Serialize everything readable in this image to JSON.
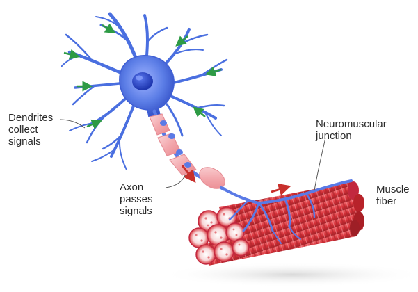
{
  "labels": {
    "dendrites": [
      "Dendrites",
      "collect",
      "signals"
    ],
    "axon": [
      "Axon",
      "passes",
      "signals"
    ],
    "nmj": [
      "Neuromuscular",
      "junction"
    ],
    "muscle": [
      "Muscle",
      "fiber"
    ]
  },
  "colors": {
    "neuron": "#4a6fe0",
    "neuron_light": "#8fa3f5",
    "nucleus": "#2b47c8",
    "myelin": "#f5b7bb",
    "muscle": "#d8323a",
    "muscle_dark": "#a8232a",
    "signal_arrow_dendrite": "#2e9b45",
    "signal_arrow_axon": "#c8302c"
  },
  "icons": {
    "dendrite_arrows": "green-arrow-icon",
    "axon_arrows": "red-arrow-icon"
  }
}
